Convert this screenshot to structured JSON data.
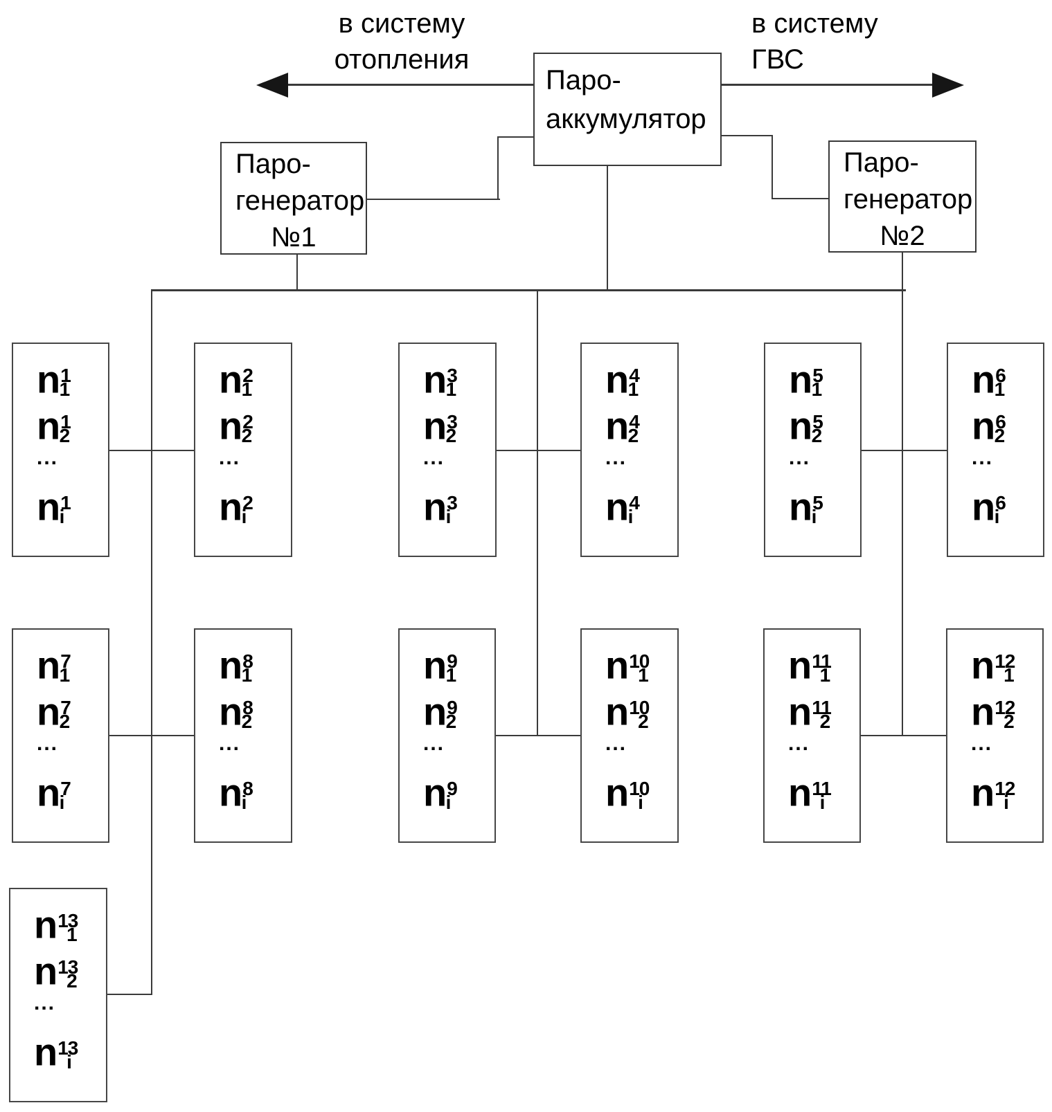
{
  "colors": {
    "background": "#ffffff",
    "line": "#3a3a3a",
    "arrowhead": "#161616",
    "text": "#000000"
  },
  "diagram": {
    "arrow_left_label": [
      "в систему",
      "отопления"
    ],
    "arrow_right_label": [
      "в систему",
      "ГВС"
    ],
    "accumulator_label": [
      "Паро-",
      "аккумулятор"
    ],
    "generator1_label": [
      "Паро-",
      "генератор",
      "№1"
    ],
    "generator2_label": [
      "Паро-",
      "генератор",
      "№2"
    ],
    "n_base": "n",
    "dots": "...",
    "row_subscripts": [
      "1",
      "2",
      "i"
    ],
    "groups": [
      {
        "sup": "1"
      },
      {
        "sup": "2"
      },
      {
        "sup": "3"
      },
      {
        "sup": "4"
      },
      {
        "sup": "5"
      },
      {
        "sup": "6"
      },
      {
        "sup": "7"
      },
      {
        "sup": "8"
      },
      {
        "sup": "9"
      },
      {
        "sup": "10"
      },
      {
        "sup": "11"
      },
      {
        "sup": "12"
      },
      {
        "sup": "13"
      }
    ]
  }
}
